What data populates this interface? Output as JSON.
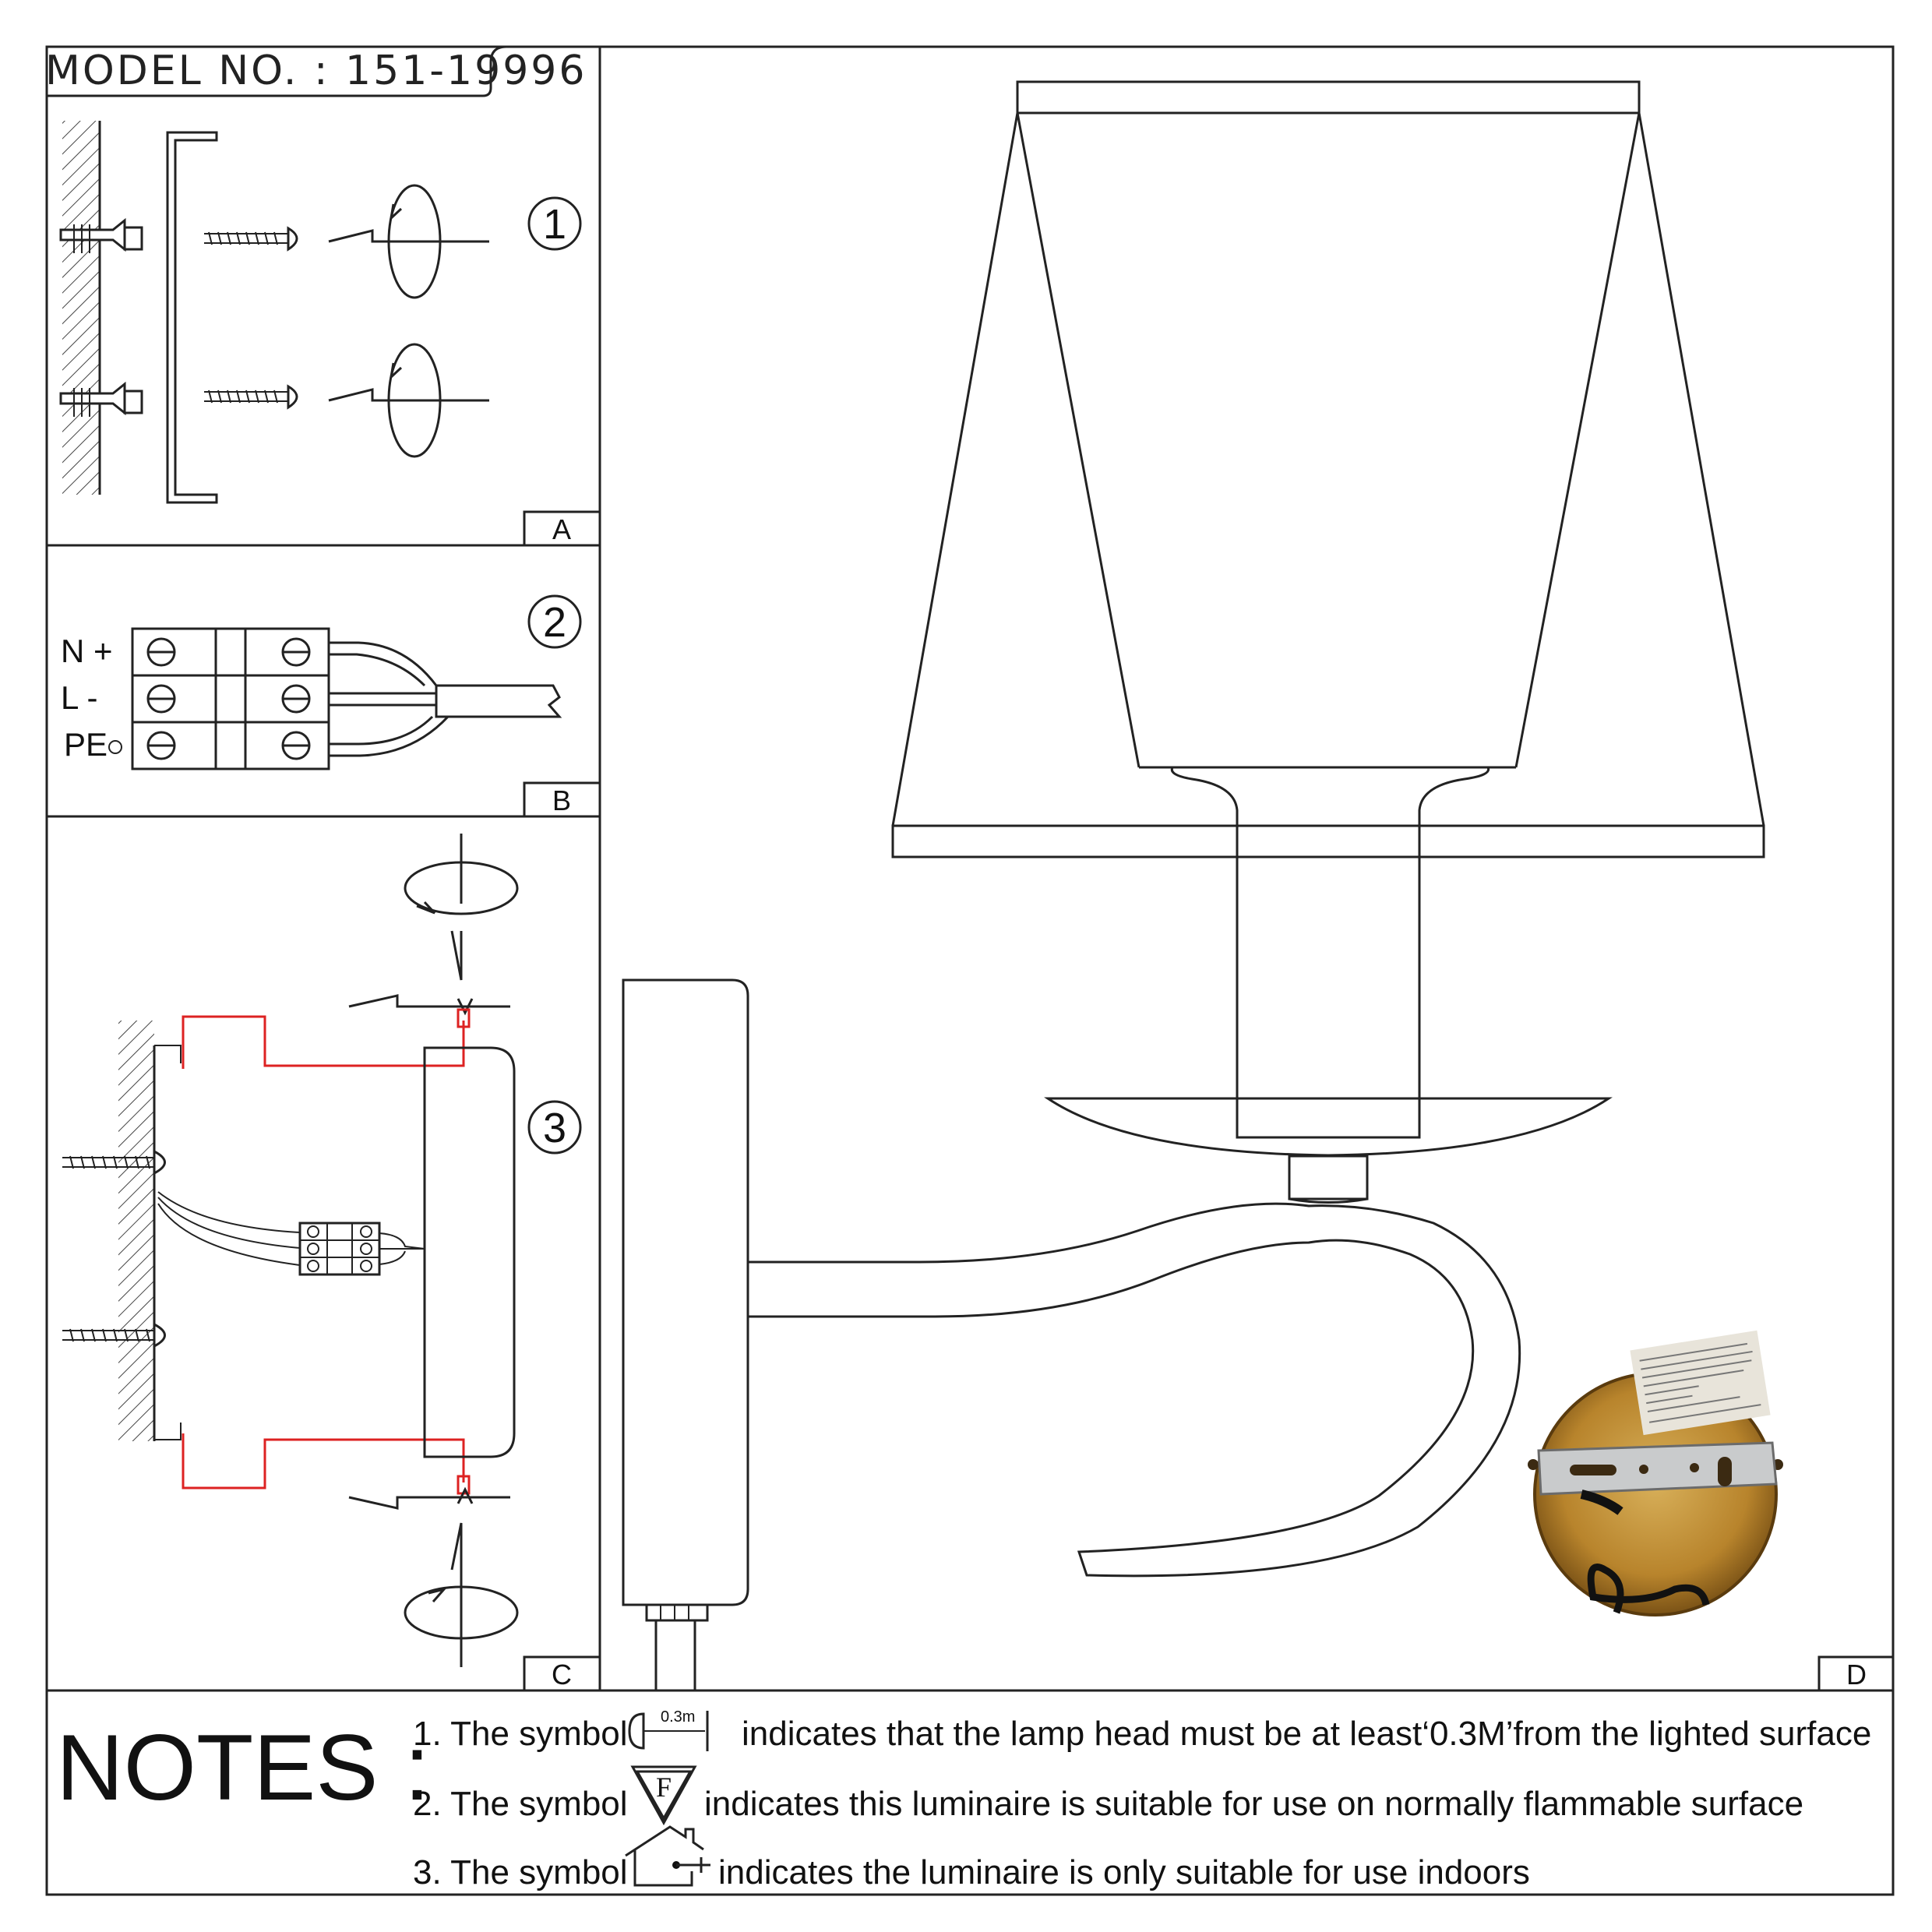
{
  "title": "MODEL NO. : 151-19996",
  "panels": {
    "a": "A",
    "b": "B",
    "c": "C",
    "d": "D"
  },
  "steps": [
    "1",
    "2",
    "3"
  ],
  "wiring": {
    "neutral": "N +",
    "live": "L -",
    "earth": "PE"
  },
  "notes": {
    "heading": "NOTES :",
    "items": [
      {
        "prefix": "1. The symbol",
        "symbol_text": "0.3m",
        "text": "indicates that the lamp head must be at least‘0.3M’from the lighted surface"
      },
      {
        "prefix": "2. The symbol",
        "symbol_text": "F",
        "text": "indicates this luminaire is suitable for use on normally flammable surface"
      },
      {
        "prefix": "3. The symbol",
        "symbol_text": "",
        "text": "indicates the luminaire is only suitable for use indoors"
      }
    ]
  },
  "colors": {
    "line": "#222222",
    "wire_red": "#dd2222",
    "plate_gold": "#b8842c",
    "bracket_silver": "#c9cbcc"
  }
}
